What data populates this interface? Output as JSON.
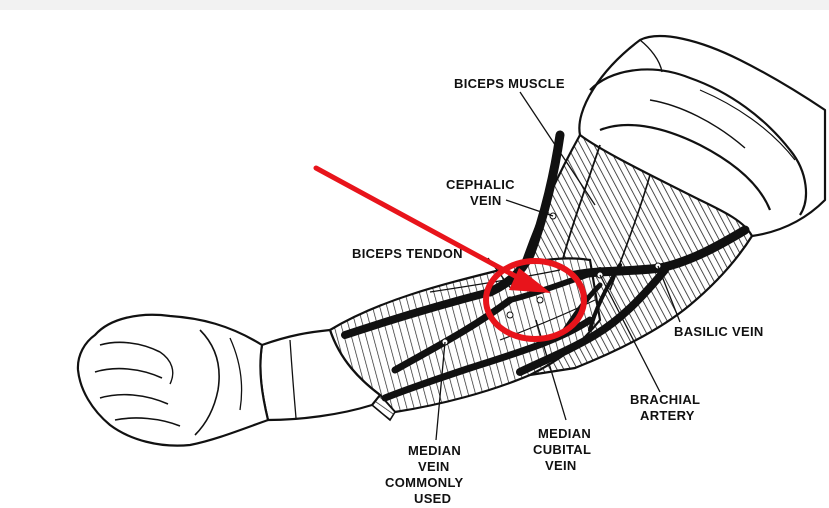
{
  "labels": {
    "biceps_muscle": "BICEPS MUSCLE",
    "cephalic_vein": [
      "CEPHALIC",
      "VEIN"
    ],
    "biceps_tendon": "BICEPS TENDON",
    "basilic_vein": "BASILIC VEIN",
    "brachial_artery": [
      "BRACHIAL",
      "ARTERY"
    ],
    "median_cubital_vein": [
      "MEDIAN",
      "CUBITAL",
      "VEIN"
    ],
    "median_vein_commonly_used": [
      "MEDIAN",
      "VEIN",
      "COMMONLY",
      "USED"
    ]
  },
  "colors": {
    "annotation": "#e8141b",
    "ink": "#111111",
    "background": "#ffffff",
    "frame": "#f2f2f2"
  },
  "icons": {
    "pointer": "red-arrow-icon",
    "highlight": "red-circle-highlight"
  }
}
